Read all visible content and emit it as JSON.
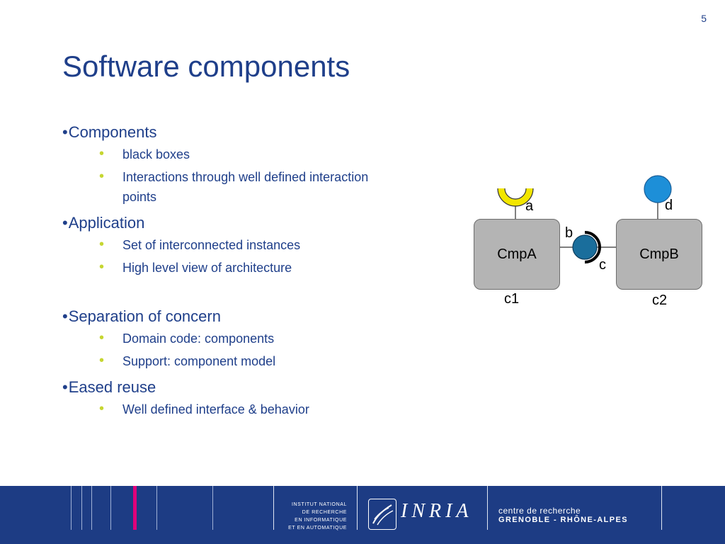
{
  "slide": {
    "number": "5",
    "title": "Software components"
  },
  "bullets": [
    {
      "dot": "•",
      "text": "Components",
      "children": [
        "black boxes",
        "Interactions through well defined interaction points"
      ]
    },
    {
      "dot": "•",
      "text": "Application",
      "children": [
        "Set of interconnected instances",
        "High level view of architecture"
      ]
    },
    {
      "dot": "•",
      "text": "Separation of concern",
      "children": [
        "Domain code: components",
        "Support: component model"
      ]
    },
    {
      "dot": "•",
      "text": "Eased reuse",
      "children": [
        "Well defined interface & behavior"
      ]
    }
  ],
  "sub_bullet_glyph": "•",
  "diagram": {
    "cmp_a": "CmpA",
    "cmp_b": "CmpB",
    "labels": {
      "a": "a",
      "b": "b",
      "c": "c",
      "d": "d",
      "c1": "c1",
      "c2": "c2"
    },
    "colors": {
      "required_interface": "#f2e600",
      "provided_interface": "#1d8fd8",
      "bound_interface": "#1a6e9c"
    }
  },
  "footer": {
    "institute": [
      "INSTITUT NATIONAL",
      "DE RECHERCHE",
      "EN INFORMATIQUE",
      "ET EN AUTOMATIQUE"
    ],
    "logo_text": "INRIA",
    "centre": "centre de recherche",
    "location": "GRENOBLE - RHÔNE-ALPES",
    "colors": {
      "band": "#1d3c84",
      "accent": "#e0007a"
    }
  },
  "colors": {
    "title": "#1f3f8a",
    "sub_bullet": "#c6d631"
  }
}
